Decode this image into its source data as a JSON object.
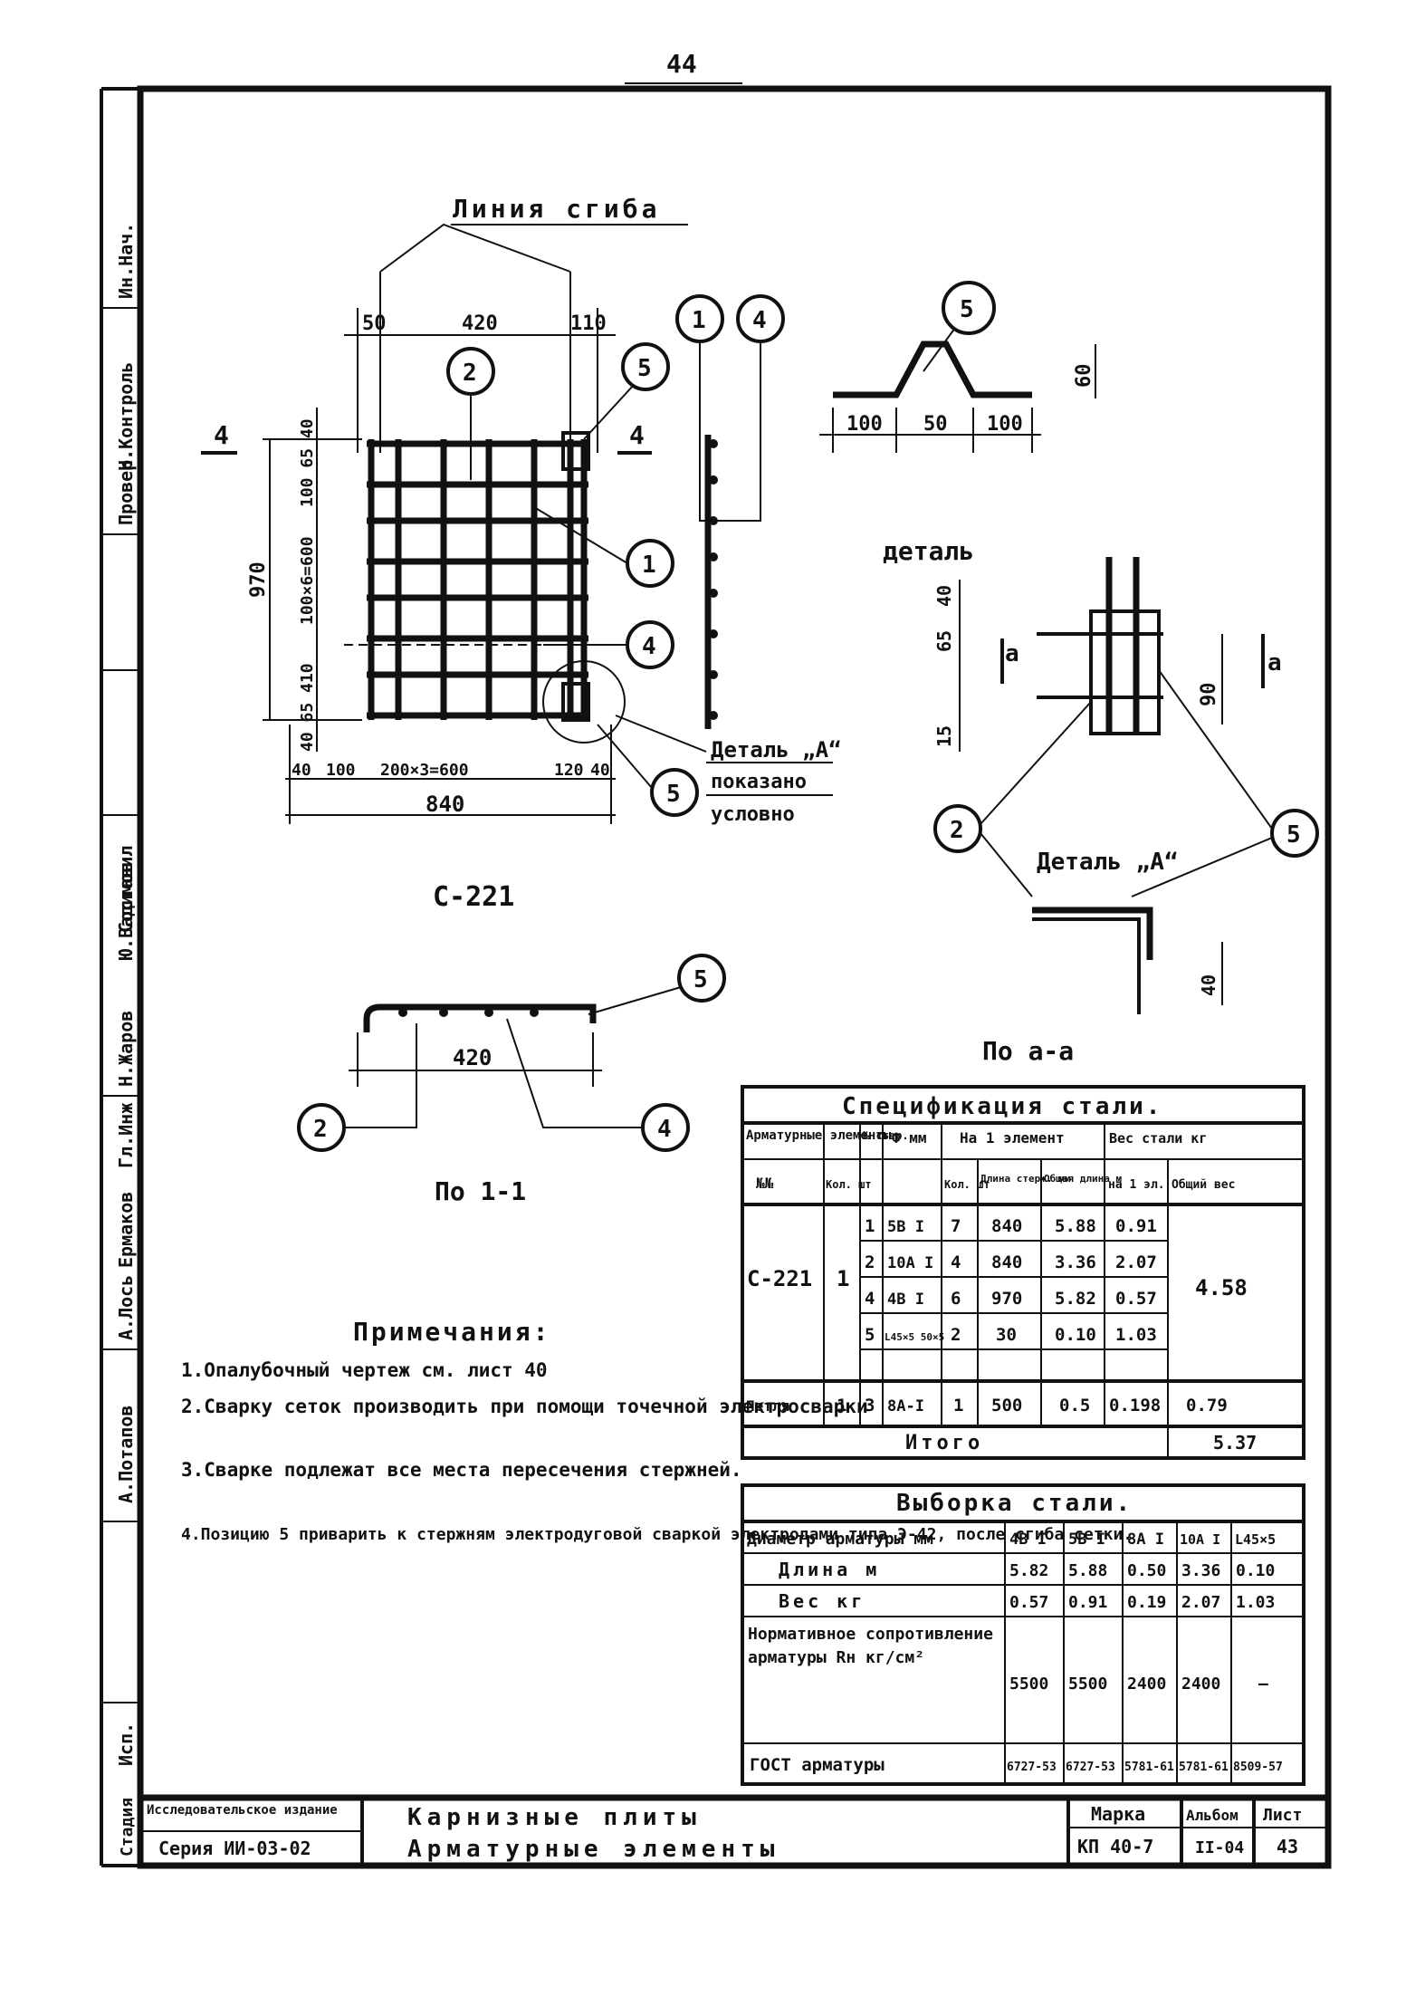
{
  "sheet_top": "44",
  "side_stamps": [
    "Ин.Нач.",
    "Н.Контроль",
    "Провер.",
    "Составил",
    "Н.Жаров",
    "Ю.Вадимов",
    "Гл.Инж",
    "Ермаков",
    "А.Лось",
    "А.Потапов",
    "Исп."
  ],
  "main_view": {
    "bend_label": "Линия сгиба",
    "top_dims": [
      "50",
      "420",
      "110"
    ],
    "left_dims": [
      "970",
      "40 65 410",
      "100×6=600",
      "100 65 40"
    ],
    "bottom_dims": [
      "40",
      "100",
      "200×3=600",
      "120",
      "40"
    ],
    "overall_width": "840",
    "section_mark": "4",
    "detail_note": "Деталь „А“",
    "detail_note_2": "показано",
    "detail_note_3": "условно",
    "title": "С-221",
    "callouts": [
      "2",
      "5",
      "1",
      "4",
      "4",
      "1",
      "5"
    ]
  },
  "bar5": {
    "label": "5",
    "dims": [
      "100",
      "50",
      "100"
    ],
    "height": "60",
    "title": "деталь"
  },
  "detail_a": {
    "title": "Деталь „А“",
    "dims": [
      "65",
      "40",
      "15",
      "90",
      "40"
    ],
    "section_mark": "а",
    "callouts": [
      "2",
      "5"
    ],
    "section_title": "По а-а"
  },
  "section_11": {
    "dim": "420",
    "callouts": [
      "5",
      "2",
      "4"
    ],
    "title": "По 1-1"
  },
  "notes": {
    "heading": "Примечания:",
    "items": [
      "1.Опалубочный чертеж см. лист 40",
      "2.Сварку сеток производить при помощи точечной электросварки",
      "3.Сварке подлежат все места пересечения стержней.",
      "4.Позицию 5 приварить к стержням электродуговой сваркой электродами типа Э-42, после сгиба сетки."
    ]
  },
  "spec_table": {
    "title": "Спецификация стали.",
    "head_row1": [
      "Арматурные элементы",
      "№ стер.",
      "Ф мм",
      "На 1 элемент",
      "Вес стали кг"
    ],
    "head_row2": [
      "№№",
      "Кол. шт",
      "Кол. шт",
      "Длина стерж. мм",
      "Общая длина м",
      "на 1 эл.",
      "Общий вес"
    ],
    "element": "С-221",
    "element_qty": "1",
    "rows": [
      [
        "1",
        "5В I",
        "7",
        "840",
        "5.88",
        "0.91"
      ],
      [
        "2",
        "10А I",
        "4",
        "840",
        "3.36",
        "2.07"
      ],
      [
        "4",
        "4В I",
        "6",
        "970",
        "5.82",
        "0.57"
      ],
      [
        "5",
        "L45×5 50×5",
        "2",
        "30",
        "0.10",
        "1.03"
      ]
    ],
    "group_weight": "4.58",
    "post_row": [
      "Петля",
      "1",
      "3",
      "8А-I",
      "1",
      "500",
      "0.5",
      "0.198",
      "0.79"
    ],
    "total_label": "Итого",
    "total_value": "5.37"
  },
  "sample_table": {
    "title": "Выборка стали.",
    "header": [
      "Диаметр арматуры мм",
      "4В I",
      "5В I",
      "8А I",
      "10А I",
      "L45×5"
    ],
    "rows": [
      [
        "Длина м",
        "5.82",
        "5.88",
        "0.50",
        "3.36",
        "0.10"
      ],
      [
        "Вес кг",
        "0.57",
        "0.91",
        "0.19",
        "2.07",
        "1.03"
      ],
      [
        "Нормативное сопротивление арматуры Rн кг/см²",
        "5500",
        "5500",
        "2400",
        "2400",
        "—"
      ],
      [
        "ГОСТ арматуры",
        "6727-53",
        "6727-53",
        "5781-61",
        "5781-61",
        "8509-57"
      ]
    ]
  },
  "title_block": {
    "left_top": "Исследовательское издание",
    "left_bottom": "Серия ИИ-03-02",
    "center_line1": "Карнизные плиты",
    "center_line2": "Арматурные элементы",
    "mark_label": "Марка",
    "mark_value": "КП 40-7",
    "album_label": "Альбом",
    "album_value": "II-04",
    "sheet_label": "Лист",
    "sheet_value": "43",
    "stage": "Стадия"
  }
}
